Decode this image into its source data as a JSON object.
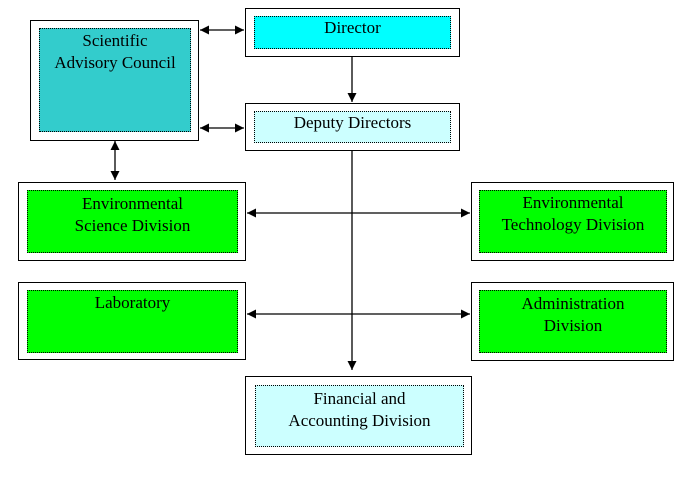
{
  "diagram": {
    "nodes": {
      "director": {
        "label": "Director",
        "fill": "#00ffff"
      },
      "deputy": {
        "label": "Deputy Directors",
        "fill": "#ccffff"
      },
      "council": {
        "label": "Scientific\nAdvisory Council",
        "fill": "#33cccc"
      },
      "env_science": {
        "label": "Environmental\nScience Division",
        "fill": "#00ff00"
      },
      "env_tech": {
        "label": "Environmental\nTechnology Division",
        "fill": "#00ff00"
      },
      "laboratory": {
        "label": "Laboratory",
        "fill": "#00ff00"
      },
      "administration": {
        "label": "Administration\nDivision",
        "fill": "#00ff00"
      },
      "financial": {
        "label": "Financial and\nAccounting Division",
        "fill": "#ccffff"
      }
    },
    "edges": [
      {
        "from": "council",
        "to": "director",
        "type": "bidirectional"
      },
      {
        "from": "council",
        "to": "deputy",
        "type": "bidirectional"
      },
      {
        "from": "council",
        "to": "env_science",
        "type": "bidirectional"
      },
      {
        "from": "director",
        "to": "deputy",
        "type": "directed"
      },
      {
        "from": "deputy",
        "to": "financial",
        "type": "directed"
      },
      {
        "from": "env_science",
        "to": "env_tech",
        "type": "bidirectional"
      },
      {
        "from": "laboratory",
        "to": "administration",
        "type": "bidirectional"
      }
    ]
  }
}
